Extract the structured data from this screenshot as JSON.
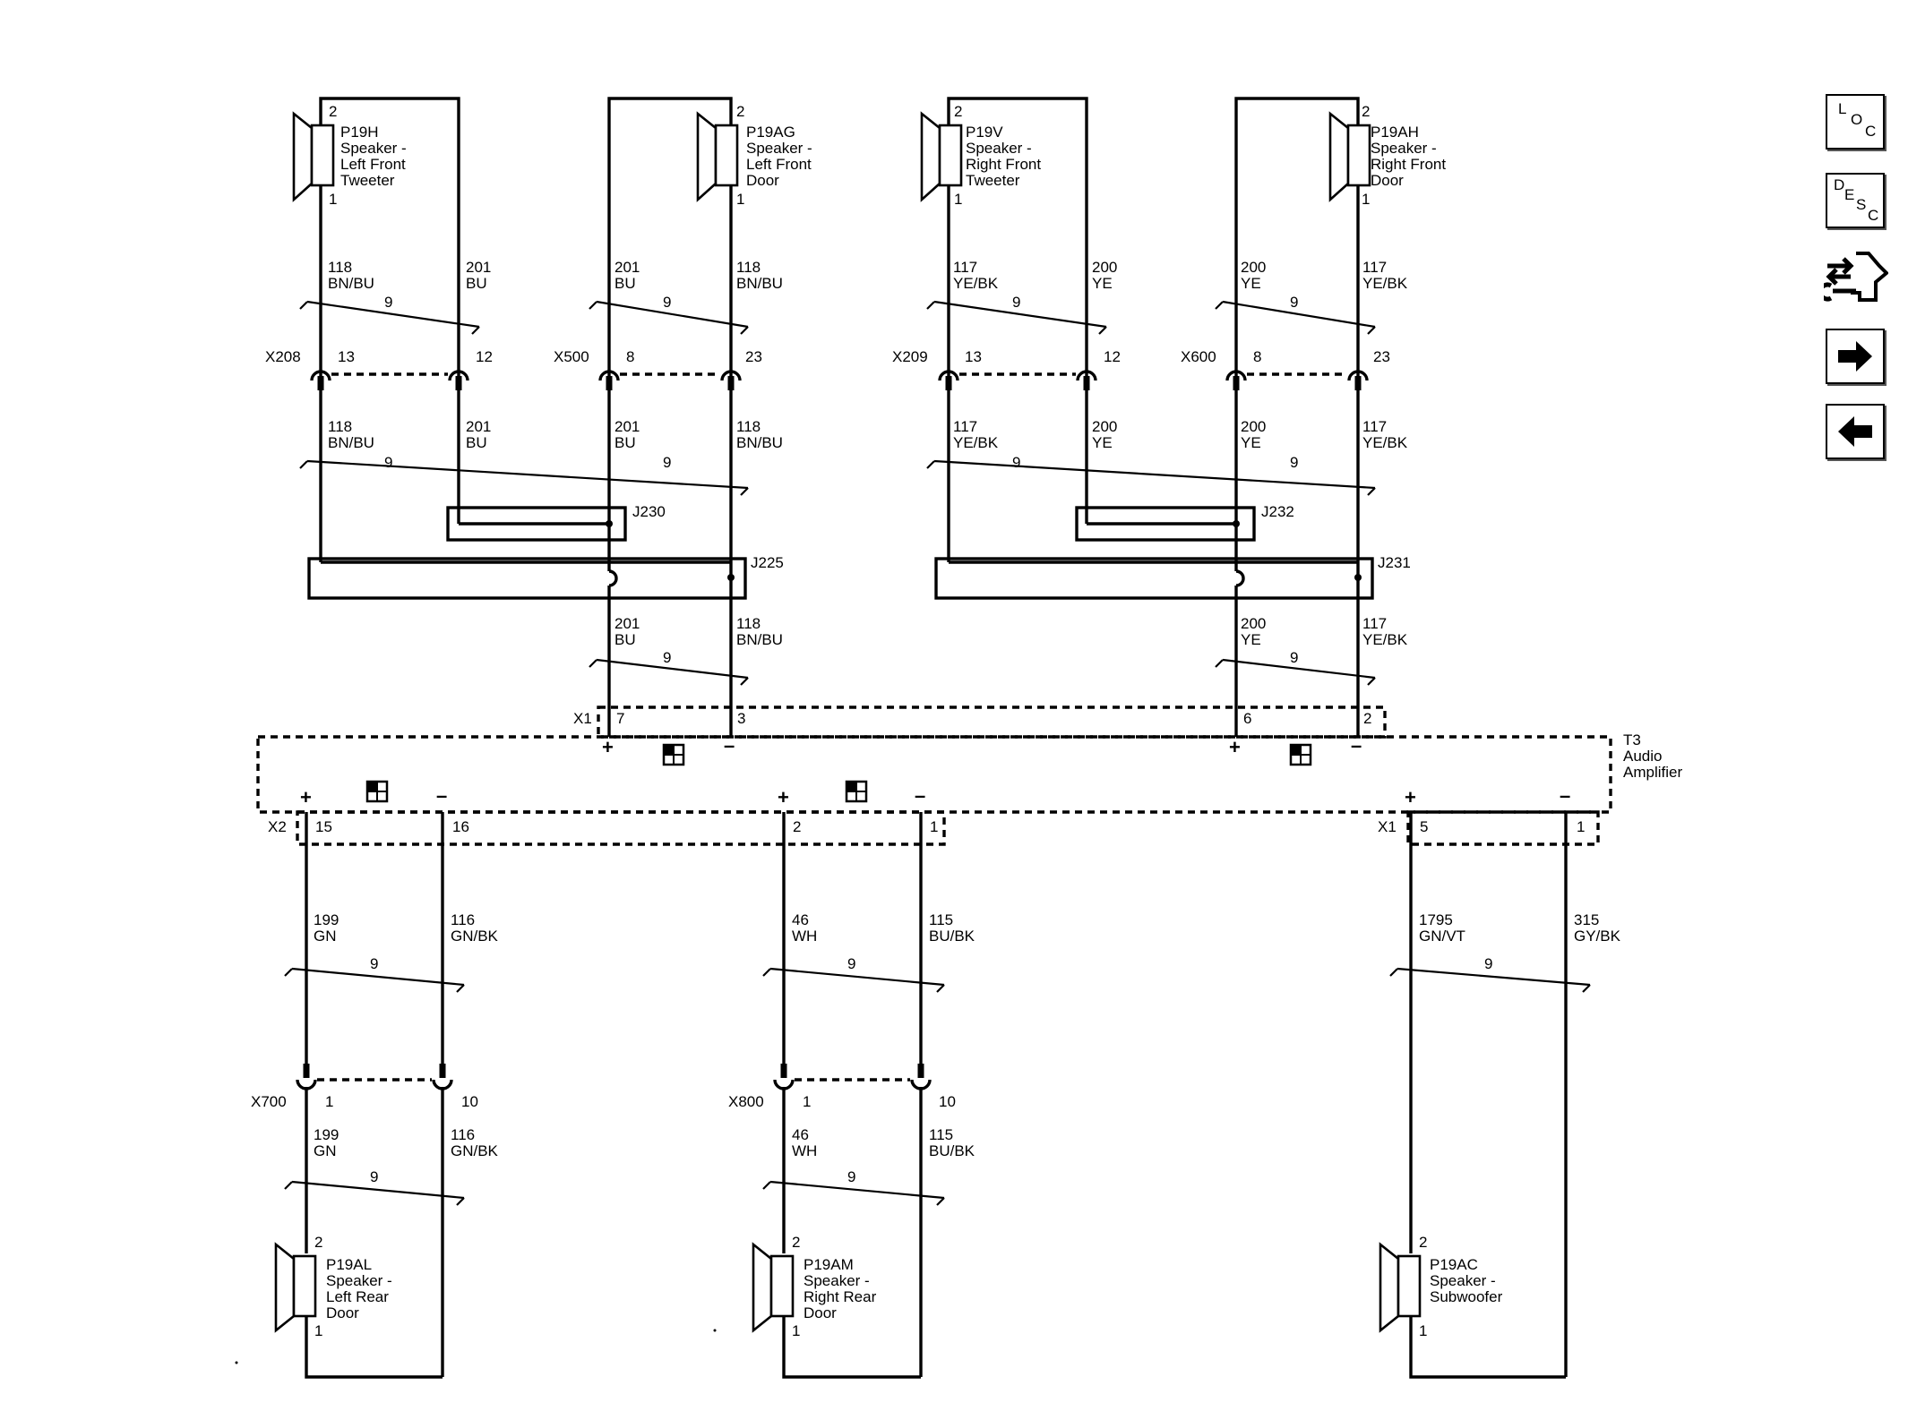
{
  "speakers": [
    {
      "id": "P19H",
      "lines": [
        "P19H",
        "Speaker -",
        "Left Front",
        "Tweeter"
      ],
      "pins": [
        "2",
        "1"
      ]
    },
    {
      "id": "P19AG",
      "lines": [
        "P19AG",
        "Speaker -",
        "Left Front",
        "Door"
      ],
      "pins": [
        "2",
        "1"
      ]
    },
    {
      "id": "P19V",
      "lines": [
        "P19V",
        "Speaker -",
        "Right Front",
        "Tweeter"
      ],
      "pins": [
        "2",
        "1"
      ]
    },
    {
      "id": "P19AH",
      "lines": [
        "P19AH",
        "Speaker -",
        "Right Front",
        "Door"
      ],
      "pins": [
        "2",
        "1"
      ]
    },
    {
      "id": "P19AL",
      "lines": [
        "P19AL",
        "Speaker -",
        "Left Rear",
        "Door"
      ],
      "pins": [
        "2",
        "1"
      ]
    },
    {
      "id": "P19AM",
      "lines": [
        "P19AM",
        "Speaker -",
        "Right Rear",
        "Door"
      ],
      "pins": [
        "2",
        "1"
      ]
    },
    {
      "id": "P19AC",
      "lines": [
        "P19AC",
        "Speaker -",
        "Subwoofer"
      ],
      "pins": [
        "2",
        "1"
      ]
    }
  ],
  "wire_labels": [
    {
      "id": "w1",
      "circuit": "118",
      "color": "BN/BU"
    },
    {
      "id": "w2",
      "circuit": "201",
      "color": "BU"
    },
    {
      "id": "w3",
      "circuit": "201",
      "color": "BU"
    },
    {
      "id": "w4",
      "circuit": "118",
      "color": "BN/BU"
    },
    {
      "id": "w5",
      "circuit": "117",
      "color": "YE/BK"
    },
    {
      "id": "w6",
      "circuit": "200",
      "color": "YE"
    },
    {
      "id": "w7",
      "circuit": "200",
      "color": "YE"
    },
    {
      "id": "w8",
      "circuit": "117",
      "color": "YE/BK"
    },
    {
      "id": "w9",
      "circuit": "118",
      "color": "BN/BU"
    },
    {
      "id": "w10",
      "circuit": "201",
      "color": "BU"
    },
    {
      "id": "w11",
      "circuit": "201",
      "color": "BU"
    },
    {
      "id": "w12",
      "circuit": "118",
      "color": "BN/BU"
    },
    {
      "id": "w13",
      "circuit": "117",
      "color": "YE/BK"
    },
    {
      "id": "w14",
      "circuit": "200",
      "color": "YE"
    },
    {
      "id": "w15",
      "circuit": "200",
      "color": "YE"
    },
    {
      "id": "w16",
      "circuit": "117",
      "color": "YE/BK"
    },
    {
      "id": "w17",
      "circuit": "201",
      "color": "BU"
    },
    {
      "id": "w18",
      "circuit": "118",
      "color": "BN/BU"
    },
    {
      "id": "w19",
      "circuit": "200",
      "color": "YE"
    },
    {
      "id": "w20",
      "circuit": "117",
      "color": "YE/BK"
    },
    {
      "id": "w21",
      "circuit": "199",
      "color": "GN"
    },
    {
      "id": "w22",
      "circuit": "116",
      "color": "GN/BK"
    },
    {
      "id": "w23",
      "circuit": "46",
      "color": "WH"
    },
    {
      "id": "w24",
      "circuit": "115",
      "color": "BU/BK"
    },
    {
      "id": "w25",
      "circuit": "1795",
      "color": "GN/VT"
    },
    {
      "id": "w26",
      "circuit": "315",
      "color": "GY/BK"
    },
    {
      "id": "w27",
      "circuit": "199",
      "color": "GN"
    },
    {
      "id": "w28",
      "circuit": "116",
      "color": "GN/BK"
    },
    {
      "id": "w29",
      "circuit": "46",
      "color": "WH"
    },
    {
      "id": "w30",
      "circuit": "115",
      "color": "BU/BK"
    }
  ],
  "twist_label": "9",
  "inline_connectors": [
    {
      "id": "X208",
      "pin_a": "13",
      "pin_b": "12"
    },
    {
      "id": "X500",
      "pin_a": "8",
      "pin_b": "23"
    },
    {
      "id": "X209",
      "pin_a": "13",
      "pin_b": "12"
    },
    {
      "id": "X600",
      "pin_a": "8",
      "pin_b": "23"
    },
    {
      "id": "X700",
      "pin_a": "1",
      "pin_b": "10"
    },
    {
      "id": "X800",
      "pin_a": "1",
      "pin_b": "10"
    }
  ],
  "splices": [
    "J230",
    "J225",
    "J232",
    "J231"
  ],
  "amplifier": {
    "lines": [
      "T3",
      "Audio",
      "Amplifier"
    ],
    "top_connector": "X1",
    "top_pins": [
      "7",
      "3",
      "6",
      "2"
    ],
    "bottom_left_connector": "X2",
    "bottom_left_pins": [
      "15",
      "16",
      "2",
      "1"
    ],
    "bottom_right_connector": "X1",
    "bottom_right_pins": [
      "5",
      "1"
    ],
    "plus": "+",
    "minus": "–"
  },
  "sidebar": {
    "loc": [
      "L",
      "O",
      "C"
    ],
    "desc": [
      "D",
      "E",
      "S",
      "C"
    ]
  }
}
